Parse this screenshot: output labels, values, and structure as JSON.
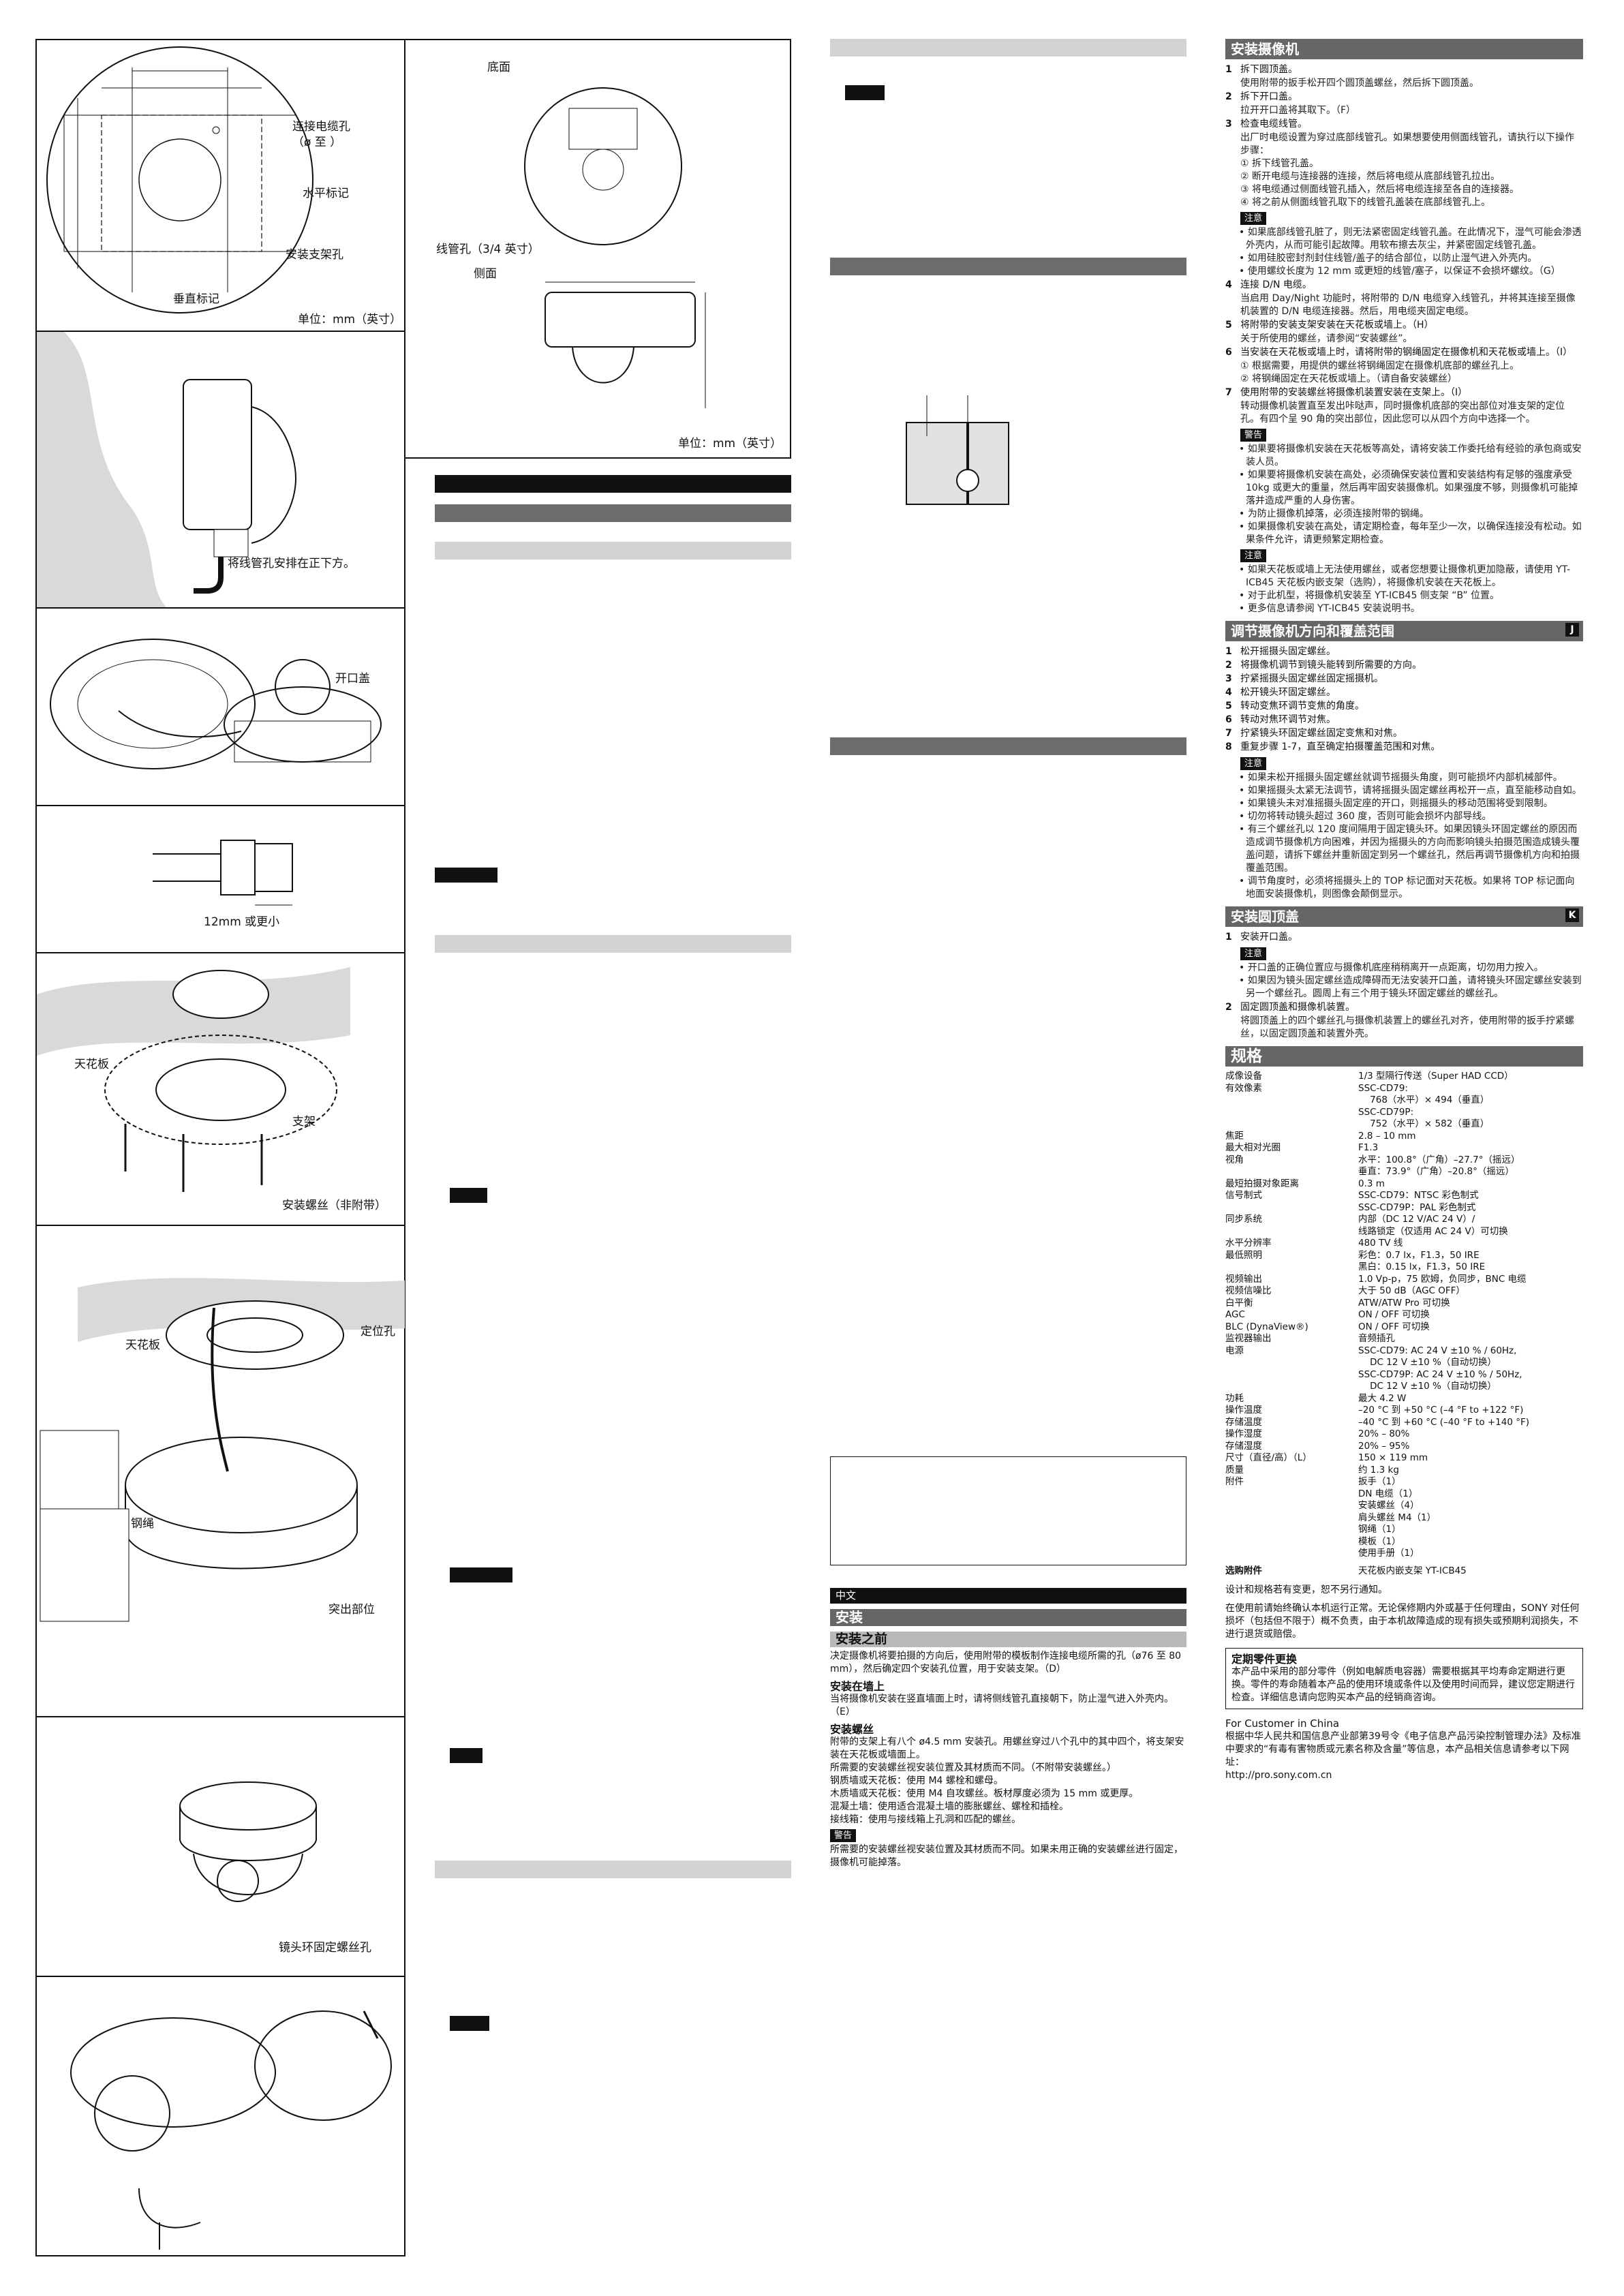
{
  "figures": {
    "d_labels": {
      "cable_hole": "连接电缆孔",
      "cable_range": "（ø       至       ）",
      "horizontal_mark": "水平标记",
      "mount_hole": "安装支架孔",
      "vertical_mark": "垂直标记",
      "unit": "单位：mm（英寸）"
    },
    "e_label": "将线管孔安排在正下方。",
    "f_label": "开口盖",
    "g_label": "12mm 或更小",
    "h_labels": {
      "ceiling": "天花板",
      "bracket": "支架",
      "screws": "安装螺丝（非附带）"
    },
    "i_labels": {
      "ceiling": "天花板",
      "positioning_hole": "定位孔",
      "wire": "钢绳",
      "protrusion": "突出部位"
    },
    "j_label": "镜头环固定螺丝孔",
    "side_labels": {
      "bottom": "底面",
      "conduit": "线管孔（3/4 英寸）",
      "side": "侧面",
      "unit": "单位：mm（英寸）"
    }
  },
  "chinese_section": {
    "lang_bar": "中文",
    "install_bar": "安装",
    "before_title": "安装之前",
    "before_text": "决定摄像机将要拍摄的方向后，使用附带的模板制作连接电缆所需的孔（ø76 至 80 mm），然后确定四个安装孔位置，用于安装支架。（D）",
    "wall_title": "安装在墙上",
    "wall_text": "当将摄像机安装在竖直墙面上时，请将侧线管孔直接朝下，防止湿气进入外壳内。（E）",
    "screw_title": "安装螺丝",
    "screw_lines": [
      "附带的支架上有八个 ø4.5 mm 安装孔。用螺丝穿过八个孔中的其中四个，将支架安装在天花板或墙面上。",
      "所需要的安装螺丝视安装位置及其材质而不同。（不附带安装螺丝。）",
      "钢质墙或天花板：使用 M4 螺栓和螺母。",
      "木质墙或天花板：使用 M4 自攻螺丝。板材厚度必须为 15 mm 或更厚。",
      "混凝土墙：使用适合混凝土墙的膨胀螺丝、螺栓和插栓。",
      "接线箱：使用与接线箱上孔洞和匹配的螺丝。"
    ],
    "warn_label": "警告",
    "warn_text": "所需要的安装螺丝视安装位置及其材质而不同。如果未用正确的安装螺丝进行固定，摄像机可能掉落。"
  },
  "install_camera": {
    "title": "安装摄像机",
    "steps": [
      {
        "n": "1",
        "t": "拆下圆顶盖。",
        "sub": [
          "使用附带的扳手松开四个圆顶盖螺丝，然后拆下圆顶盖。"
        ]
      },
      {
        "n": "2",
        "t": "拆下开口盖。",
        "sub": [
          "拉开开口盖将其取下。（F）"
        ]
      },
      {
        "n": "3",
        "t": "检查电缆线管。",
        "sub": [
          "出厂时电缆设置为穿过底部线管孔。如果想要使用侧面线管孔，请执行以下操作步骤：",
          "① 拆下线管孔盖。",
          "② 断开电缆与连接器的连接，然后将电缆从底部线管孔拉出。",
          "③ 将电缆通过侧面线管孔插入，然后将电缆连接至各自的连接器。",
          "④ 将之前从侧面线管孔取下的线管孔盖装在底部线管孔上。"
        ]
      }
    ],
    "note1_label": "注意",
    "note1": [
      "如果底部线管孔脏了，则无法紧密固定线管孔盖。在此情况下，湿气可能会渗透外壳内，从而可能引起故障。用软布擦去灰尘，并紧密固定线管孔盖。",
      "如用硅胶密封剂封住线管/盖子的结合部位，以防止湿气进入外壳内。",
      "使用螺纹长度为 12 mm 或更短的线管/塞子，以保证不会损坏螺纹。（G）"
    ],
    "steps2": [
      {
        "n": "4",
        "t": "连接 D/N 电缆。",
        "sub": [
          "当启用 Day/Night 功能时，将附带的 D/N 电缆穿入线管孔，并将其连接至摄像机装置的 D/N 电缆连接器。然后，用电缆夹固定电缆。"
        ]
      },
      {
        "n": "5",
        "t": "将附带的安装支架安装在天花板或墙上。（H）",
        "sub": [
          "关于所使用的螺丝，请参阅“安装螺丝”。"
        ]
      },
      {
        "n": "6",
        "t": "当安装在天花板或墙上时，请将附带的钢绳固定在摄像机和天花板或墙上。（I）",
        "sub": [
          "① 根据需要，用提供的螺丝将钢绳固定在摄像机底部的螺丝孔上。",
          "② 将钢绳固定在天花板或墙上。（请自备安装螺丝）"
        ]
      },
      {
        "n": "7",
        "t": "使用附带的安装螺丝将摄像机装置安装在支架上。（I）",
        "sub": [
          "转动摄像机装置直至发出咔哒声，同时摄像机底部的突出部位对准支架的定位孔。有四个呈 90 角的突出部位，因此您可以从四个方向中选择一个。"
        ]
      }
    ],
    "warn_label": "警告",
    "warn": [
      "如果要将摄像机安装在天花板等高处，请将安装工作委托给有经验的承包商或安装人员。",
      "如果要将摄像机安装在高处，必须确保安装位置和安装结构有足够的强度承受 10kg 或更大的重量，然后再牢固安装摄像机。如果强度不够，则摄像机可能掉落并造成严重的人身伤害。",
      "为防止摄像机掉落，必须连接附带的钢绳。",
      "如果摄像机安装在高处，请定期检查，每年至少一次，以确保连接没有松动。如果条件允许，请更频繁定期检查。"
    ],
    "note2_label": "注意",
    "note2": [
      "如果天花板或墙上无法使用螺丝，或者您想要让摄像机更加隐蔽，请使用 YT-ICB45 天花板内嵌支架（选购），将摄像机安装在天花板上。",
      "对于此机型，将摄像机安装至 YT-ICB45 侧支架 “B” 位置。",
      "更多信息请参阅 YT-ICB45 安装说明书。"
    ]
  },
  "adjust": {
    "title": "调节摄像机方向和覆盖范围",
    "tag": "J",
    "steps": [
      "松开摇摄头固定螺丝。",
      "将摄像机调节到镜头能转到所需要的方向。",
      "拧紧摇摄头固定螺丝固定摇摄机。",
      "松开镜头环固定螺丝。",
      "转动变焦环调节变焦的角度。",
      "转动对焦环调节对焦。",
      "拧紧镜头环固定螺丝固定变焦和对焦。",
      "重复步骤 1-7，直至确定拍摄覆盖范围和对焦。"
    ],
    "note_label": "注意",
    "notes": [
      "如果未松开摇摄头固定螺丝就调节摇摄头角度，则可能损坏内部机械部件。",
      "如果摇摄头太紧无法调节，请将摇摄头固定螺丝再松开一点，直至能移动自如。",
      "如果镜头未对准摇摄头固定座的开口，则摇摄头的移动范围将受到限制。",
      "切勿将转动镜头超过 360 度，否则可能会损坏内部导线。",
      "有三个螺丝孔以 120 度间隔用于固定镜头环。如果因镜头环固定螺丝的原因而造成调节摄像机方向困难，并因为摇摄头的方向而影响镜头拍摄范围造成镜头覆盖问题，请拆下螺丝并重新固定到另一个螺丝孔，然后再调节摄像机方向和拍摄覆盖范围。",
      "调节角度时，必须将摇摄头上的 TOP 标记面对天花板。如果将 TOP 标记面向地面安装摄像机，则图像会颠倒显示。"
    ]
  },
  "dome": {
    "title": "安装圆顶盖",
    "tag": "K",
    "step1": "安装开口盖。",
    "note_label": "注意",
    "notes": [
      "开口盖的正确位置应与摄像机底座稍稍离开一点距离，切勿用力按入。",
      "如果因为镜头固定螺丝造成障碍而无法安装开口盖，请将镜头环固定螺丝安装到另一个螺丝孔。圆周上有三个用于镜头环固定螺丝的螺丝孔。"
    ],
    "step2": "固定圆顶盖和摄像机装置。",
    "step2_sub": "将圆顶盖上的四个螺丝孔与摄像机装置上的螺丝孔对齐，使用附带的扳手拧紧螺丝，以固定圆顶盖和装置外壳。"
  },
  "specs": {
    "title": "规格",
    "rows": [
      [
        "成像设备",
        "1/3 型隔行传送（Super HAD CCD）"
      ],
      [
        "有效像素",
        "SSC-CD79:"
      ],
      [
        "",
        "    768（水平）× 494（垂直）"
      ],
      [
        "",
        "SSC-CD79P:"
      ],
      [
        "",
        "    752（水平）× 582（垂直）"
      ],
      [
        "焦距",
        "2.8 – 10 mm"
      ],
      [
        "最大相对光圈",
        "F1.3"
      ],
      [
        "视角",
        "水平：100.8°（广角）–27.7°（摇远）"
      ],
      [
        "",
        "垂直：73.9°（广角）–20.8°（摇远）"
      ],
      [
        "最短拍摄对象距离",
        "0.3 m"
      ],
      [
        "信号制式",
        "SSC-CD79：NTSC 彩色制式"
      ],
      [
        "",
        "SSC-CD79P：PAL 彩色制式"
      ],
      [
        "同步系统",
        "内部（DC 12 V/AC 24 V）/"
      ],
      [
        "",
        "线路锁定（仅适用 AC 24 V）可切换"
      ],
      [
        "水平分辨率",
        "480 TV 线"
      ],
      [
        "最低照明",
        "彩色：0.7 lx，F1.3，50 IRE"
      ],
      [
        "",
        "黑白：0.15 lx，F1.3，50 IRE"
      ],
      [
        "视频输出",
        "1.0 Vp-p，75 欧姆，负同步，BNC 电缆"
      ],
      [
        "视频信噪比",
        "大于 50 dB（AGC OFF）"
      ],
      [
        "白平衡",
        "ATW/ATW Pro 可切换"
      ],
      [
        "AGC",
        "ON / OFF 可切换"
      ],
      [
        "BLC (DynaView®)",
        "ON / OFF 可切换"
      ],
      [
        "监视器输出",
        "音频插孔"
      ],
      [
        "电源",
        "SSC-CD79: AC 24 V ±10 % / 60Hz,"
      ],
      [
        "",
        "    DC 12 V ±10 %（自动切换）"
      ],
      [
        "",
        "SSC-CD79P: AC 24 V ±10 % / 50Hz,"
      ],
      [
        "",
        "    DC 12 V ±10 %（自动切换）"
      ],
      [
        "功耗",
        "最大 4.2 W"
      ],
      [
        "操作温度",
        "–20 °C 到 +50 °C (–4 °F to +122 °F)"
      ],
      [
        "存储温度",
        "–40 °C 到 +60 °C (–40 °F to +140 °F)"
      ],
      [
        "操作湿度",
        "20% – 80%"
      ],
      [
        "存储湿度",
        "20% – 95%"
      ],
      [
        "尺寸（直径/高）（L）",
        "150 × 119 mm"
      ],
      [
        "质量",
        "约 1.3 kg"
      ],
      [
        "附件",
        "扳手（1）"
      ],
      [
        "",
        "DN 电缆（1）"
      ],
      [
        "",
        "安装螺丝（4）"
      ],
      [
        "",
        "肩头螺丝 M4（1）"
      ],
      [
        "",
        "钢绳（1）"
      ],
      [
        "",
        "模板（1）"
      ],
      [
        "",
        "使用手册（1）"
      ]
    ],
    "optional_label": "选购附件",
    "optional_value": "天花板内嵌支架 YT-ICB45",
    "notice": "设计和规格若有变更，恕不另行通知。",
    "disclaimer": "在使用前请始终确认本机运行正常。无论保修期内外或基于任何理由，SONY 对任何损坏（包括但不限于）概不负责，由于本机故障造成的现有损失或预期利润损失，不进行退货或赔偿。"
  },
  "periodic": {
    "title": "定期零件更换",
    "text": "本产品中采用的部分零件（例如电解质电容器）需要根据其平均寿命定期进行更换。零件的寿命随着本产品的使用环境或条件以及使用时间而异，建议您定期进行检查。详细信息请向您购买本产品的经销商咨询。"
  },
  "china": {
    "title": "For Customer in China",
    "text": "根据中华人民共和国信息产业部第39号令《电子信息产品污染控制管理办法》及标准中要求的“有毒有害物质或元素名称及含量”等信息，本产品相关信息请参考以下网址：",
    "url": "http://pro.sony.com.cn"
  },
  "colors": {
    "bar_dark": "#6d6d6d",
    "bar_light": "#d3d3d3",
    "ink": "#111111"
  }
}
